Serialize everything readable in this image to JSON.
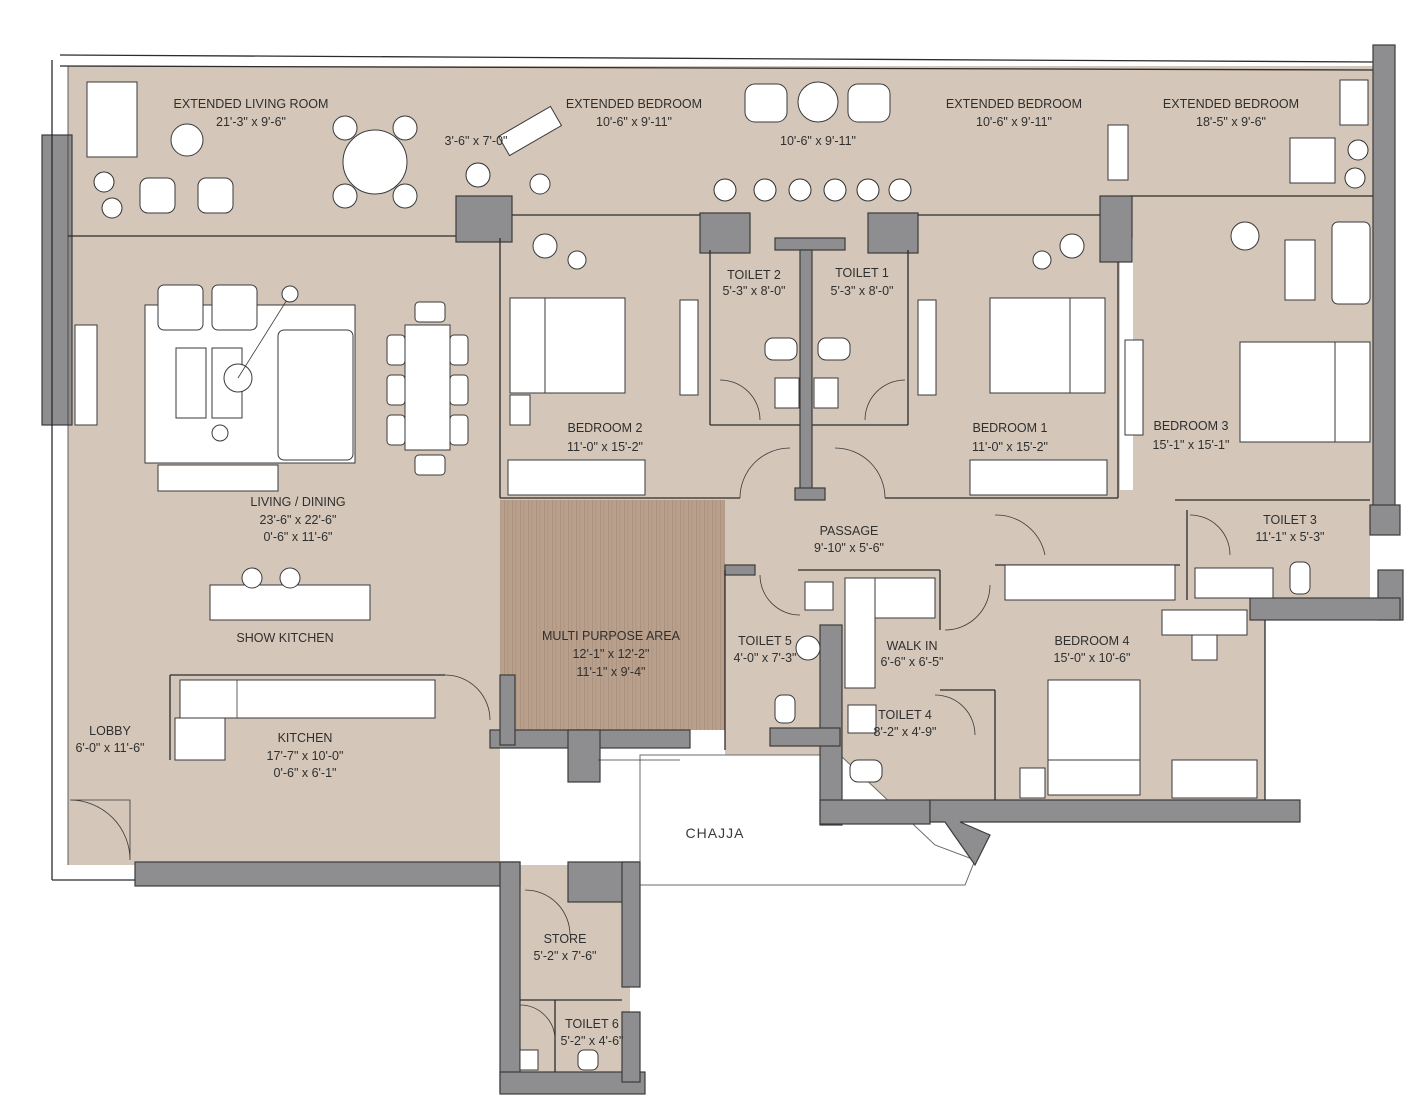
{
  "rooms": {
    "ext_living": {
      "name": "EXTENDED LIVING ROOM",
      "size": "21'-3\" x 9'-6\""
    },
    "ext_bed2": {
      "name": "EXTENDED BEDROOM",
      "size": "10'-6\" x 9'-11\""
    },
    "ext_bed1": {
      "name": "EXTENDED BEDROOM",
      "size": "10'-6\" x 9'-11\""
    },
    "ext_bed3": {
      "name": "EXTENDED BEDROOM",
      "size": "18'-5\" x 9'-6\""
    },
    "balcony_small": {
      "size": "3'-6\" x 7'-0\""
    },
    "balcony_center": {
      "size": "10'-6\" x 9'-11\""
    },
    "toilet2": {
      "name": "TOILET 2",
      "size": "5'-3\" x 8'-0\""
    },
    "toilet1": {
      "name": "TOILET 1",
      "size": "5'-3\" x 8'-0\""
    },
    "bedroom2": {
      "name": "BEDROOM 2",
      "size": "11'-0\" x 15'-2\""
    },
    "bedroom1": {
      "name": "BEDROOM 1",
      "size": "11'-0\" x 15'-2\""
    },
    "bedroom3": {
      "name": "BEDROOM 3",
      "size": "15'-1\" x 15'-1\""
    },
    "living": {
      "name": "LIVING / DINING",
      "size": "23'-6\" x 22'-6\"",
      "size2": "0'-6\" x 11'-6\""
    },
    "passage": {
      "name": "PASSAGE",
      "size": "9'-10\" x 5'-6\""
    },
    "toilet3": {
      "name": "TOILET 3",
      "size": "11'-1\" x 5'-3\""
    },
    "show_kitchen": {
      "name": "SHOW KITCHEN"
    },
    "multi": {
      "name": "MULTI PURPOSE AREA",
      "size": "12'-1\" x 12'-2\"",
      "size2": "11'-1\" x 9'-4\""
    },
    "toilet5": {
      "name": "TOILET 5",
      "size": "4'-0\" x 7'-3\""
    },
    "walkin": {
      "name": "WALK IN",
      "size": "6'-6\" x 6'-5\""
    },
    "bedroom4": {
      "name": "BEDROOM 4",
      "size": "15'-0\" x 10'-6\""
    },
    "toilet4": {
      "name": "TOILET 4",
      "size": "8'-2\" x 4'-9\""
    },
    "lobby": {
      "name": "LOBBY",
      "size": "6'-0\" x 11'-6\""
    },
    "kitchen": {
      "name": "KITCHEN",
      "size": "17'-7\" x 10'-0\"",
      "size2": "0'-6\" x 6'-1\""
    },
    "chajja": {
      "name": "CHAJJA"
    },
    "store": {
      "name": "STORE",
      "size": "5'-2\" x 7'-6\""
    },
    "toilet6": {
      "name": "TOILET 6",
      "size": "5'-2\" x 4'-6\""
    }
  },
  "colors": {
    "floor": "#d4c7b9",
    "wall": "#8e8e90",
    "wood": "#b49a86",
    "background": "#ffffff"
  }
}
